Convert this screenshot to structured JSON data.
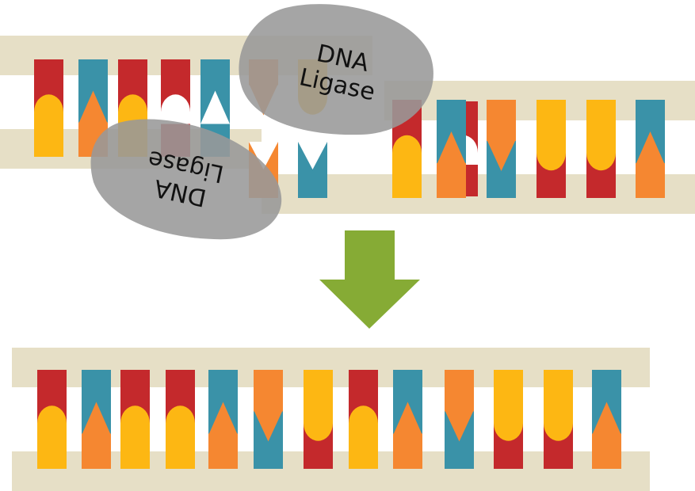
{
  "title": "DNA ligation diagram",
  "colors": {
    "backbone": "#e6dfc6",
    "red": "#c4292c",
    "teal": "#3a92a8",
    "orange": "#f58731",
    "yellow": "#fdb713",
    "enzyme": "#999999",
    "arrow": "#86ab35"
  },
  "enzymes": [
    {
      "id": "ligase-top",
      "label_line1": "DNA",
      "label_line2": "Ligase"
    },
    {
      "id": "ligase-bottom",
      "label_line1": "DNA",
      "label_line2": "Ligase"
    }
  ],
  "before": {
    "left_fragment": [
      "red-yellow",
      "teal-orange",
      "red-yellow",
      "red-gap",
      "teal-gap"
    ],
    "right_fragment_top": [
      "orange-gap",
      "yellow-gap",
      "gap-red",
      "red-yellow",
      "teal-orange",
      "orange-teal",
      "yellow-red",
      "yellow-red",
      "teal-orange"
    ],
    "left_fragment_bottom": [
      "gap-orange",
      "gap-teal"
    ]
  },
  "after": {
    "pairs": [
      "red-yellow",
      "teal-orange",
      "red-yellow",
      "red-yellow",
      "teal-orange",
      "orange-teal",
      "yellow-red",
      "red-yellow",
      "teal-orange",
      "orange-teal",
      "yellow-red",
      "yellow-red",
      "teal-orange"
    ]
  },
  "arrow": {
    "direction": "down"
  }
}
